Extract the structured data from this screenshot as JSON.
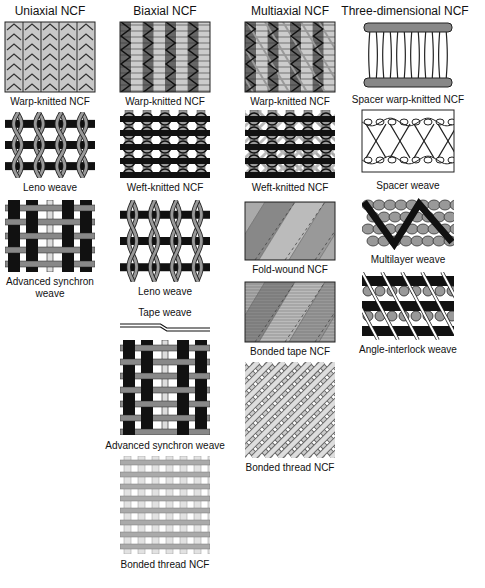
{
  "diagram": {
    "labels": [
      "Uniaxial NCF",
      "Biaxial NCF",
      "Multiaxial NCF",
      "Three-dimensional NCF",
      "Warp-knitted NCF",
      "Leno weave",
      "Advanced synchron weave",
      "Warp-knitted NCF",
      "Weft-knitted NCF",
      "Leno weave",
      "Tape weave",
      "Advanced synchron weave",
      "Bonded thread NCF",
      "Warp-knitted NCF",
      "Weft-knitted NCF",
      "Fold-wound NCF",
      "Bonded tape NCF",
      "Bonded thread NCF",
      "Spacer warp-knitted NCF",
      "Spacer weave",
      "Multilayer weave",
      "Angle-interlock weave"
    ]
  }
}
